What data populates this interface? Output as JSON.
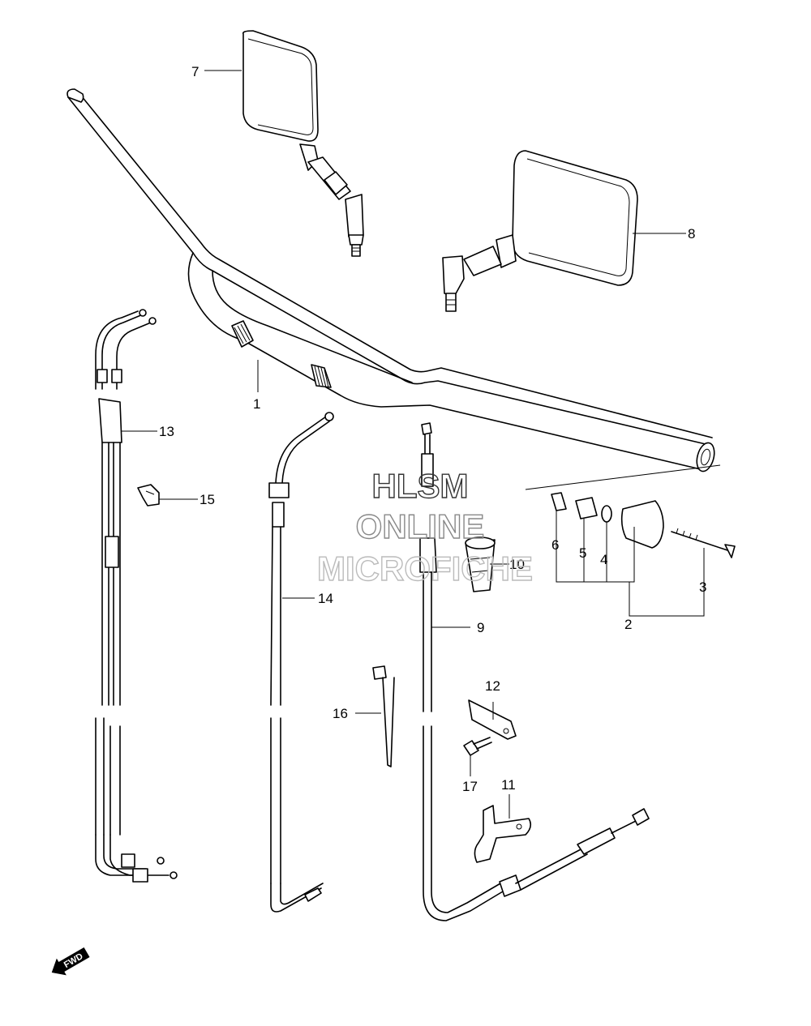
{
  "watermark": {
    "line1": "HLSM",
    "line2": "ONLINE",
    "line3": "MICROFICHE",
    "color_dark": "#333333",
    "color_light": "#bbbbbb"
  },
  "direction_marker": {
    "label": "FWD",
    "icon": "forward-arrow-icon"
  },
  "callouts": [
    {
      "id": "p1",
      "label": "1"
    },
    {
      "id": "p2",
      "label": "2"
    },
    {
      "id": "p3",
      "label": "3"
    },
    {
      "id": "p4",
      "label": "4"
    },
    {
      "id": "p5",
      "label": "5"
    },
    {
      "id": "p6",
      "label": "6"
    },
    {
      "id": "p7",
      "label": "7"
    },
    {
      "id": "p8",
      "label": "8"
    },
    {
      "id": "p9",
      "label": "9"
    },
    {
      "id": "p10",
      "label": "10"
    },
    {
      "id": "p11",
      "label": "11"
    },
    {
      "id": "p12",
      "label": "12"
    },
    {
      "id": "p13",
      "label": "13"
    },
    {
      "id": "p14",
      "label": "14"
    },
    {
      "id": "p15",
      "label": "15"
    },
    {
      "id": "p16",
      "label": "16"
    },
    {
      "id": "p17",
      "label": "17"
    }
  ]
}
